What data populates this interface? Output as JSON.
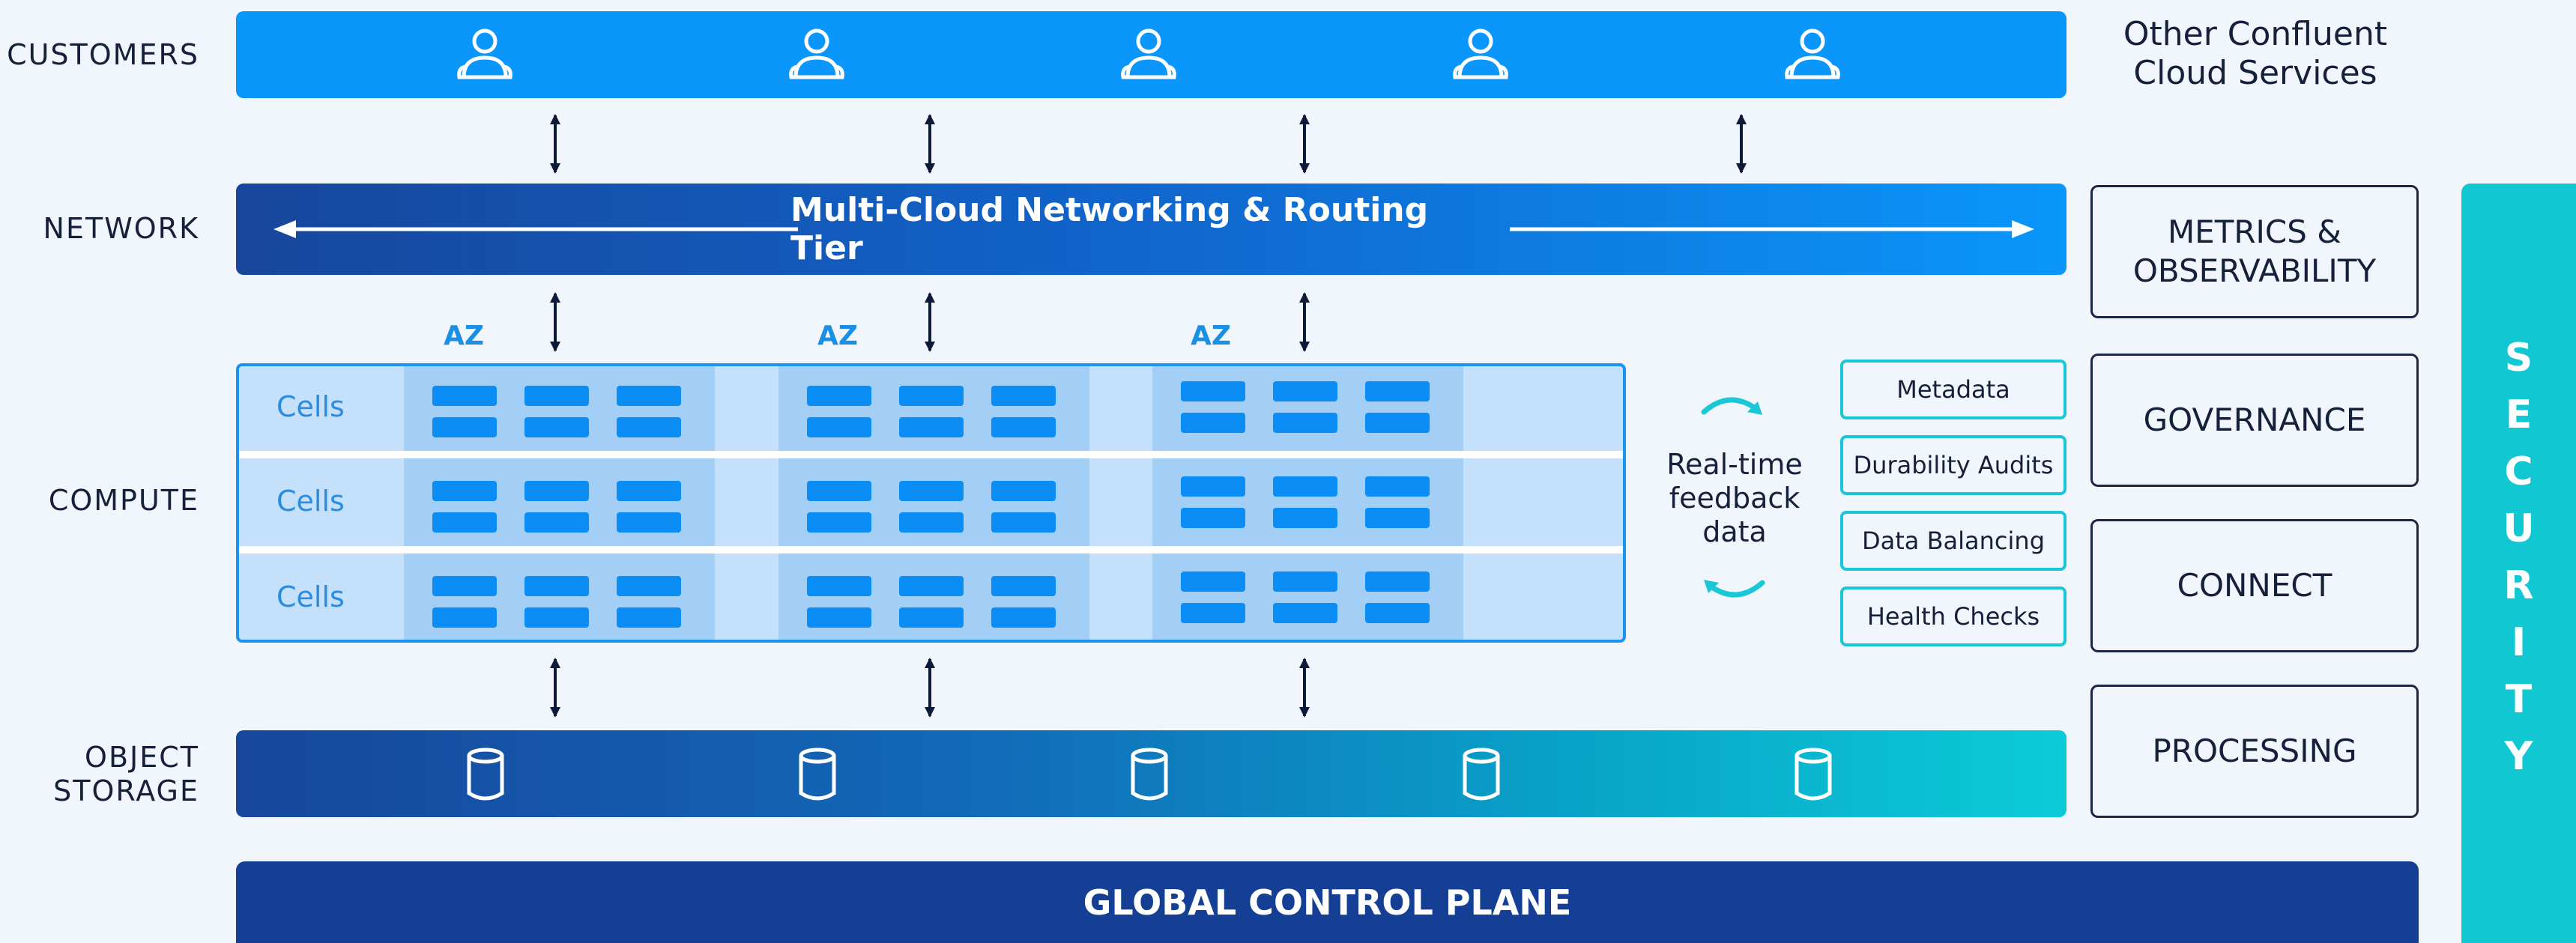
{
  "rows": {
    "customers": "CUSTOMERS",
    "network": "NETWORK",
    "compute": "COMPUTE",
    "storage_line1": "OBJECT",
    "storage_line2": "STORAGE"
  },
  "other_services": {
    "line1": "Other Confluent",
    "line2": "Cloud Services"
  },
  "network_bar": "Multi-Cloud Networking & Routing Tier",
  "az_labels": [
    "AZ",
    "AZ",
    "AZ"
  ],
  "cells": [
    "Cells",
    "Cells",
    "Cells"
  ],
  "feedback": {
    "line1": "Real-time",
    "line2": "feedback",
    "line3": "data"
  },
  "checks": [
    "Metadata",
    "Durability Audits",
    "Data Balancing",
    "Health Checks"
  ],
  "side_boxes": [
    {
      "line1": "METRICS &",
      "line2": "OBSERVABILITY"
    },
    {
      "line1": "GOVERNANCE",
      "line2": ""
    },
    {
      "line1": "CONNECT",
      "line2": ""
    },
    {
      "line1": "PROCESSING",
      "line2": ""
    }
  ],
  "security": "SECURITY",
  "control_plane": "GLOBAL CONTROL PLANE",
  "colors": {
    "customer_bar": "#0a96fb",
    "network_start": "#17469b",
    "network_end": "#0a96fb",
    "storage_start": "#17469b",
    "storage_end": "#0ccbd8",
    "security": "#11c7d2",
    "control_plane": "#153f94"
  },
  "icons": {
    "customer": "user-group-icon",
    "storage": "database-cylinder-icon",
    "arrow": "bidirectional-arrow-icon"
  }
}
